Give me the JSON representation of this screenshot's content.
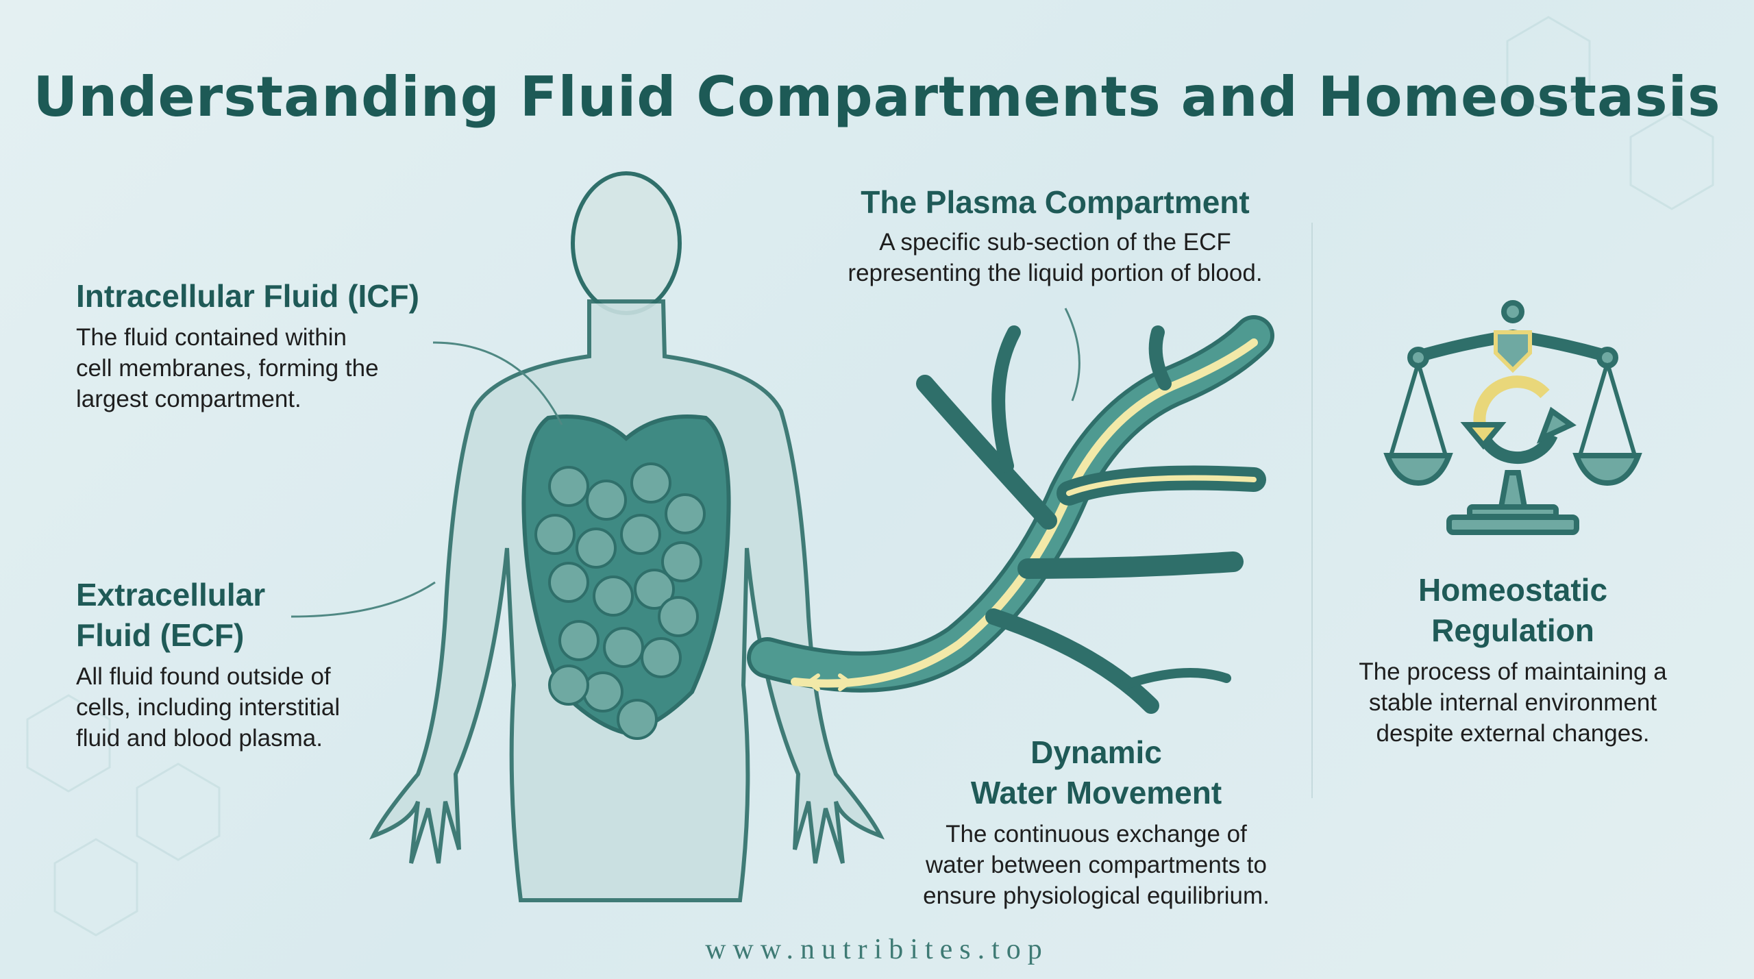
{
  "title": "Understanding Fluid Compartments and Homeostasis",
  "icf": {
    "heading": "Intracellular Fluid (ICF)",
    "lines": [
      "The fluid contained within",
      "cell membranes, forming the",
      "largest compartment."
    ]
  },
  "ecf": {
    "heading_lines": [
      "Extracellular",
      "Fluid (ECF)"
    ],
    "lines": [
      "All fluid found outside of",
      "cells, including interstitial",
      "fluid and blood plasma."
    ]
  },
  "plasma": {
    "heading": "The Plasma Compartment",
    "lines": [
      "A specific sub-section of the ECF",
      "representing the liquid portion of blood."
    ]
  },
  "water": {
    "heading_lines": [
      "Dynamic",
      "Water Movement"
    ],
    "lines": [
      "The continuous exchange of",
      "water between compartments to",
      "ensure physiological equilibrium."
    ]
  },
  "homeostasis": {
    "heading_lines": [
      "Homeostatic",
      "Regulation"
    ],
    "lines": [
      "The process of maintaining a",
      "stable internal environment",
      "despite external changes."
    ]
  },
  "footer": "www.nutribites.top",
  "colors": {
    "teal": "#1d5a56",
    "mid": "#4f9a91",
    "yellow": "#f2e9a8",
    "bg": "#e0eef0"
  }
}
